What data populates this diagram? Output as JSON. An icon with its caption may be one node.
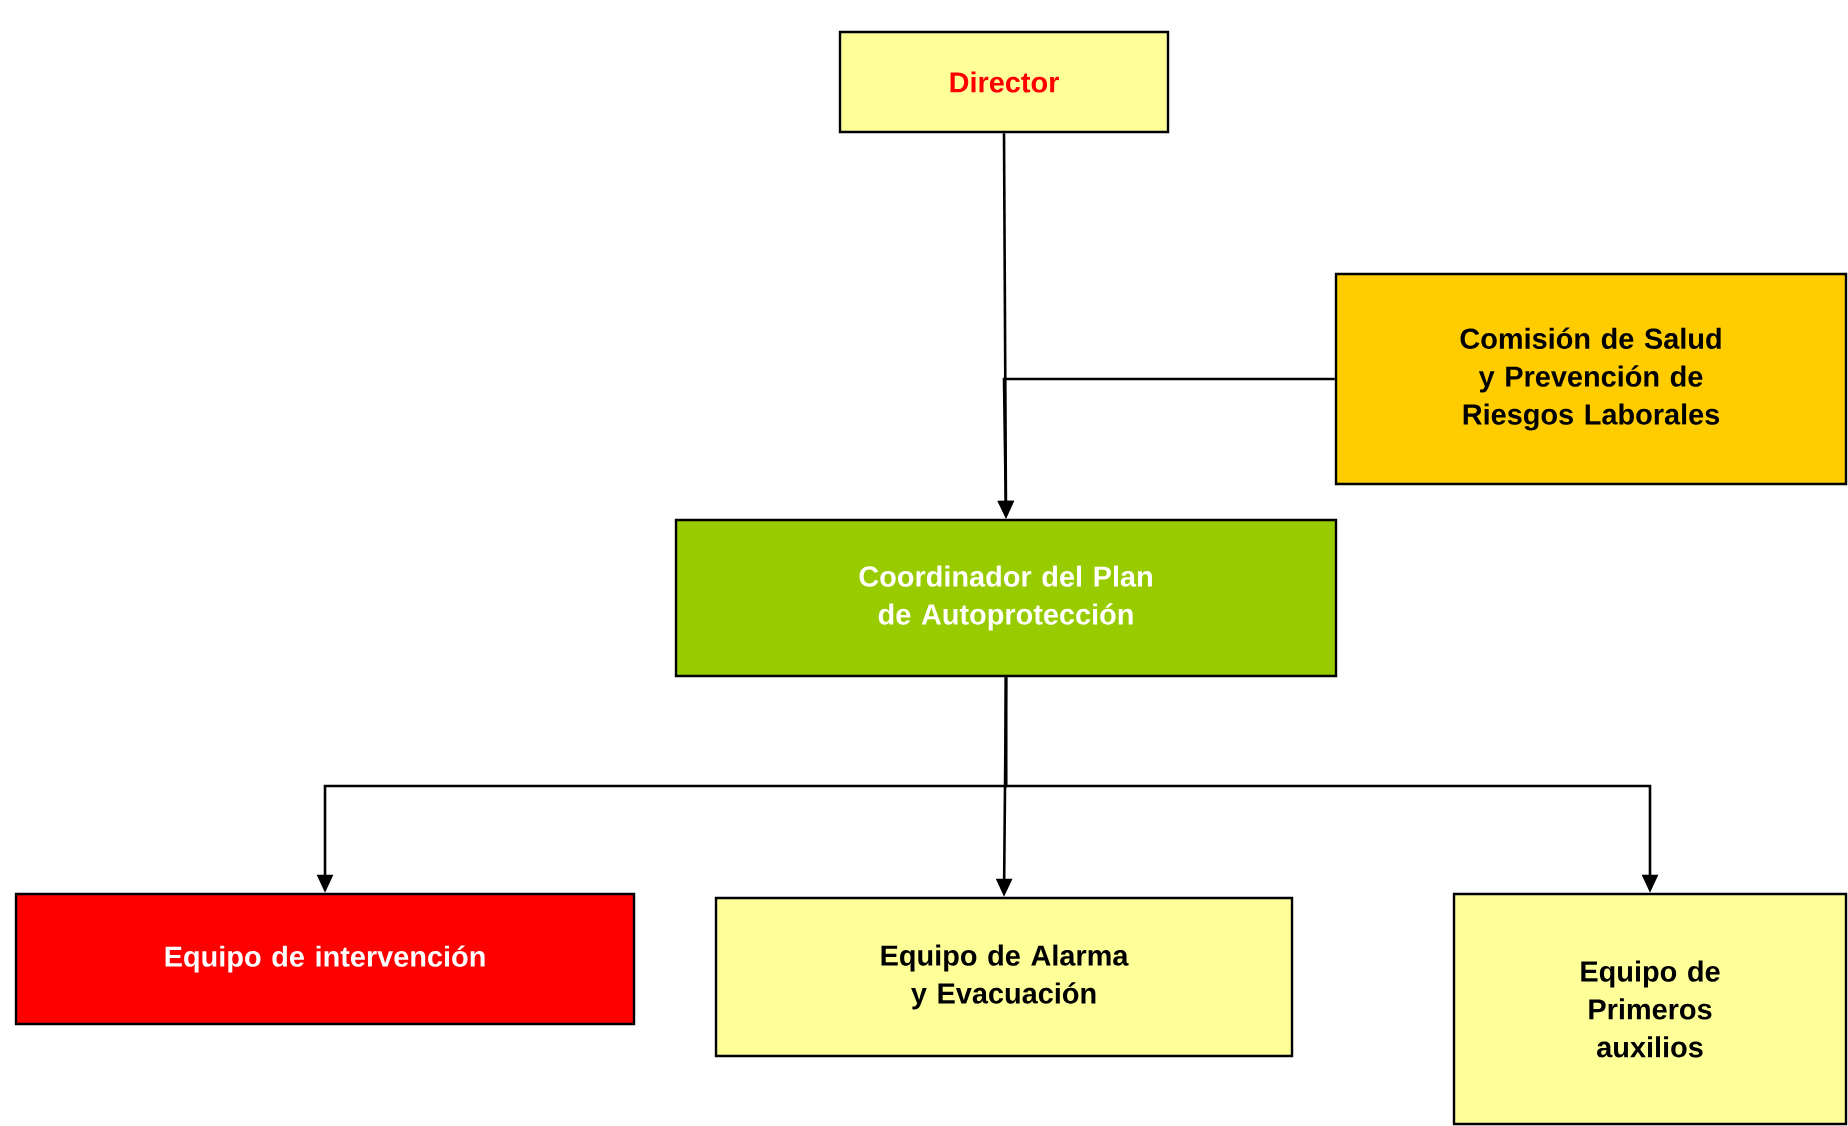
{
  "diagram": {
    "nodes": [
      {
        "text": [
          "Director"
        ]
      },
      {
        "text": [
          "Comisión de Salud y Prevención de Riesgos Laborales"
        ]
      },
      {
        "text": [
          "Coordinador del Plan de Autoprotección"
        ]
      },
      {
        "text": [
          "Equipo de intervención"
        ]
      },
      {
        "text": [
          "Equipo de Alarma y Evacuación"
        ]
      },
      {
        "text": [
          "Equipo de Primeros auxilios"
        ]
      }
    ],
    "edges": [
      {
        "from": 0,
        "to": 2,
        "arrow": "to"
      },
      {
        "from": 1,
        "to": 2,
        "arrow": "to"
      },
      {
        "from": 2,
        "to": 3,
        "arrow": "to"
      },
      {
        "from": 2,
        "to": 4,
        "arrow": "to"
      },
      {
        "from": 2,
        "to": 5,
        "arrow": "to"
      }
    ]
  }
}
